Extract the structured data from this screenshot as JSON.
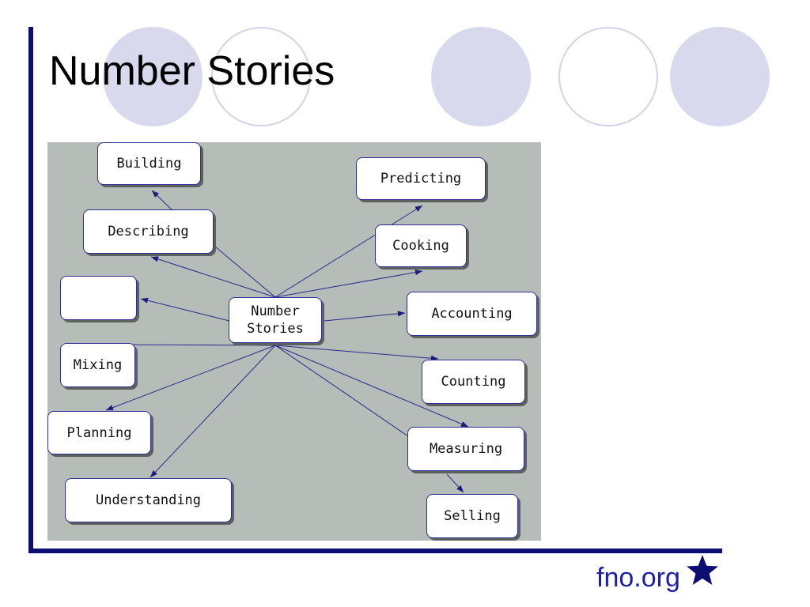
{
  "slide": {
    "title": "Number Stories",
    "footer_link": "fno.org"
  },
  "diagram": {
    "center": "Number\nStories",
    "nodes": [
      {
        "id": "building",
        "label": "Building"
      },
      {
        "id": "describing",
        "label": "Describing"
      },
      {
        "id": "predicting",
        "label": "Predicting"
      },
      {
        "id": "cooking",
        "label": "Cooking"
      },
      {
        "id": "blank",
        "label": ""
      },
      {
        "id": "accounting",
        "label": "Accounting"
      },
      {
        "id": "mixing",
        "label": "Mixing"
      },
      {
        "id": "counting",
        "label": "Counting"
      },
      {
        "id": "planning",
        "label": "Planning"
      },
      {
        "id": "measuring",
        "label": "Measuring"
      },
      {
        "id": "understanding",
        "label": "Understanding"
      },
      {
        "id": "selling",
        "label": "Selling"
      }
    ]
  },
  "colors": {
    "frame": "#0d0d73",
    "circle_fill": "#d9d9ee",
    "circle_stroke": "#d3d3e8",
    "diagram_bg": "#b6bdb9",
    "edge": "#2a2a8c",
    "link": "#1f1fa6"
  },
  "icons": {
    "footer": "star-icon"
  }
}
